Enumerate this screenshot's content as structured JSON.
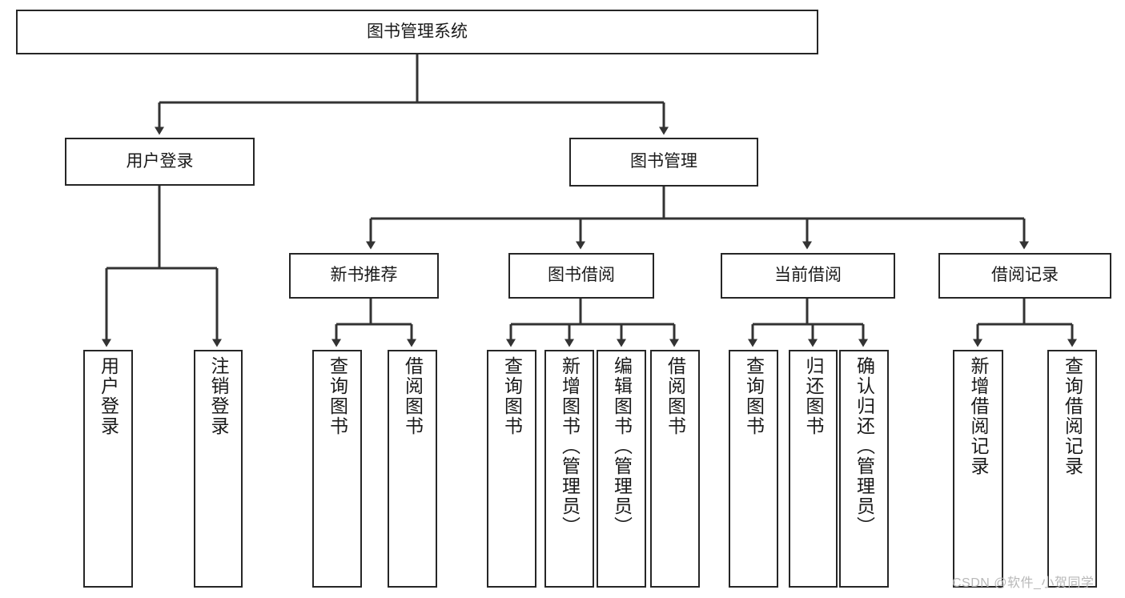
{
  "diagram": {
    "type": "hierarchy-tree",
    "title": "图书管理系统",
    "root": {
      "id": "root",
      "label": "图书管理系统",
      "orientation": "horizontal"
    },
    "level1": [
      {
        "id": "user-login",
        "label": "用户登录",
        "orientation": "horizontal"
      },
      {
        "id": "book-management",
        "label": "图书管理",
        "orientation": "horizontal"
      }
    ],
    "level2": [
      {
        "id": "new-book-recommend",
        "label": "新书推荐",
        "orientation": "horizontal",
        "parent": "book-management"
      },
      {
        "id": "book-borrow",
        "label": "图书借阅",
        "orientation": "horizontal",
        "parent": "book-management"
      },
      {
        "id": "current-borrow",
        "label": "当前借阅",
        "orientation": "horizontal",
        "parent": "book-management"
      },
      {
        "id": "borrow-record",
        "label": "借阅记录",
        "orientation": "horizontal",
        "parent": "book-management"
      }
    ],
    "leaves": [
      {
        "id": "leaf-user-login",
        "label": "用户登录",
        "parent": "user-login"
      },
      {
        "id": "leaf-logout-login",
        "label": "注销登录",
        "parent": "user-login"
      },
      {
        "id": "leaf-query-book-1",
        "label": "查询图书",
        "parent": "new-book-recommend"
      },
      {
        "id": "leaf-borrow-book-1",
        "label": "借阅图书",
        "parent": "new-book-recommend"
      },
      {
        "id": "leaf-query-book-2",
        "label": "查询图书",
        "parent": "book-borrow"
      },
      {
        "id": "leaf-add-book",
        "label": "新增图书（管理员）",
        "parent": "book-borrow"
      },
      {
        "id": "leaf-edit-book",
        "label": "编辑图书（管理员）",
        "parent": "book-borrow"
      },
      {
        "id": "leaf-borrow-book-2",
        "label": "借阅图书",
        "parent": "book-borrow"
      },
      {
        "id": "leaf-query-book-3",
        "label": "查询图书",
        "parent": "current-borrow"
      },
      {
        "id": "leaf-return-book",
        "label": "归还图书",
        "parent": "current-borrow"
      },
      {
        "id": "leaf-confirm-return",
        "label": "确认归还（管理员）",
        "parent": "current-borrow"
      },
      {
        "id": "leaf-add-record",
        "label": "新增借阅记录",
        "parent": "borrow-record"
      },
      {
        "id": "leaf-query-record",
        "label": "查询借阅记录",
        "parent": "borrow-record"
      }
    ],
    "colors": {
      "border": "#262626",
      "background": "#ffffff",
      "text": "#1a1a1a",
      "connector": "#333333",
      "watermark": "#b8b8b8"
    }
  },
  "watermark": {
    "text": "CSDN @软件_小贺同学"
  }
}
